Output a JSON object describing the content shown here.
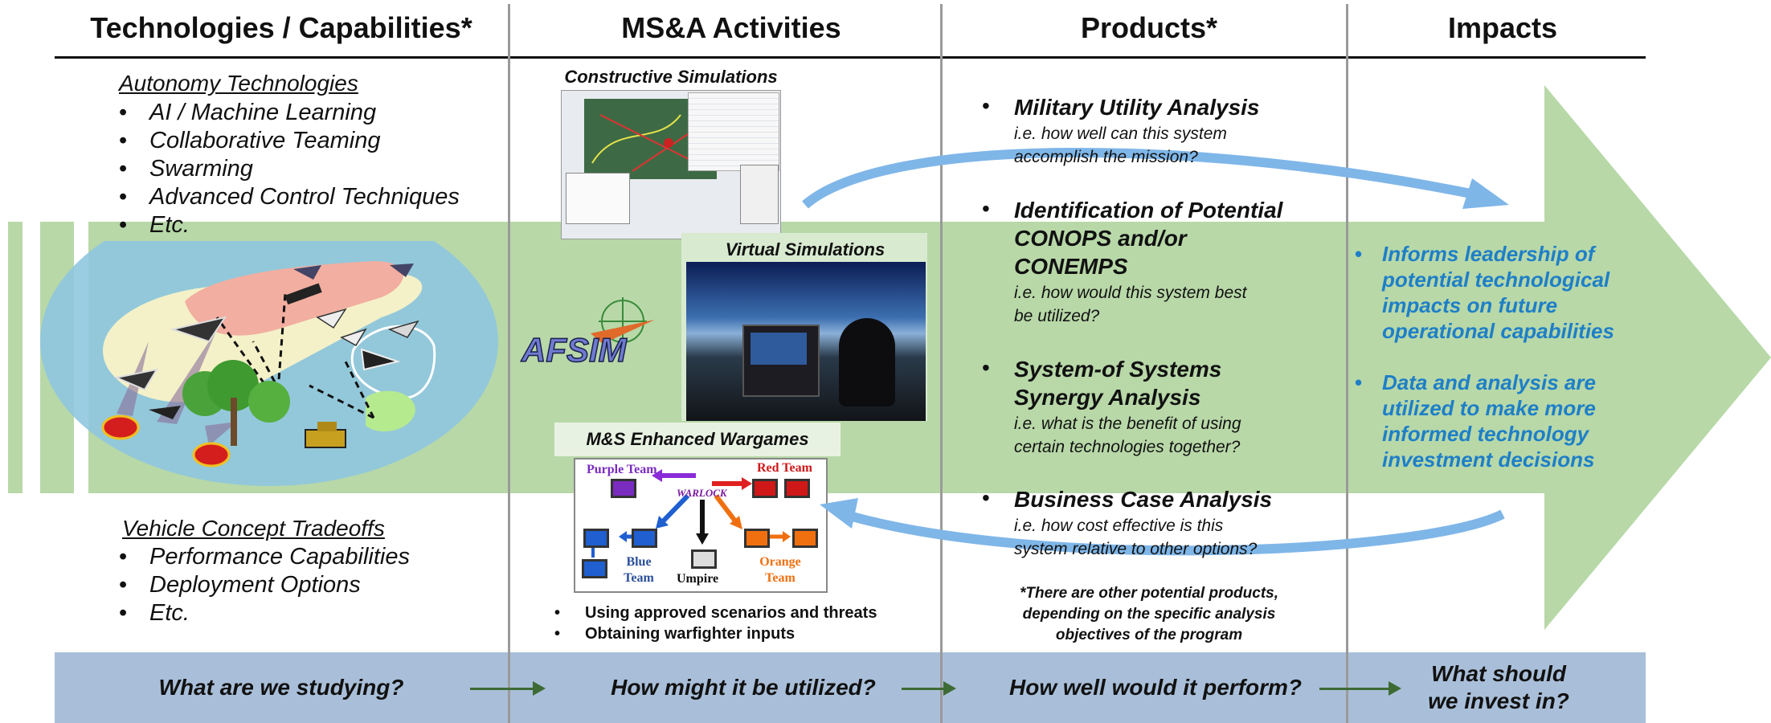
{
  "headers": {
    "col1": "Technologies / Capabilities*",
    "col2": "MS&A Activities",
    "col3": "Products*",
    "col4": "Impacts"
  },
  "technologies": {
    "autonomy_title": "Autonomy Technologies",
    "autonomy_items": [
      "AI / Machine Learning",
      "Collaborative Teaming",
      "Swarming",
      "Advanced Control Techniques",
      "Etc."
    ],
    "vehicle_title": "Vehicle Concept Tradeoffs",
    "vehicle_items": [
      "Performance Capabilities",
      "Deployment Options",
      "Etc."
    ]
  },
  "activities": {
    "constructive_title": "Constructive Simulations",
    "virtual_title": "Virtual Simulations",
    "afsim_logo": "AFSIM",
    "wargames_title": "M&S Enhanced Wargames",
    "wargame": {
      "purple": "Purple Team",
      "red": "Red Team",
      "blue_line1": "Blue",
      "blue_line2": "Team",
      "umpire": "Umpire",
      "orange_line1": "Orange",
      "orange_line2": "Team",
      "center_logo": "WARLOCK"
    },
    "bullets": [
      "Using approved scenarios and threats",
      "Obtaining warfighter inputs"
    ]
  },
  "products": [
    {
      "title_lines": [
        "Military Utility Analysis"
      ],
      "sub_lines": [
        "i.e. how well can this system",
        "accomplish the mission?"
      ]
    },
    {
      "title_lines": [
        "Identification of Potential",
        "CONOPS and/or",
        "CONEMPS"
      ],
      "sub_lines": [
        "i.e. how would this system best",
        "be utilized?"
      ]
    },
    {
      "title_lines": [
        "System-of Systems",
        "Synergy Analysis"
      ],
      "sub_lines": [
        "i.e. what is the benefit of using",
        "certain technologies together?"
      ]
    },
    {
      "title_lines": [
        "Business Case Analysis"
      ],
      "sub_lines": [
        "i.e. how cost effective is this",
        "system relative to other options?"
      ]
    }
  ],
  "products_note": [
    "*There are other potential products,",
    "depending on the specific analysis",
    "objectives of the program"
  ],
  "impacts": [
    [
      "Informs leadership of",
      "potential technological",
      "impacts on future",
      "operational capabilities"
    ],
    [
      "Data and analysis are",
      "utilized to make more",
      "informed technology",
      "investment decisions"
    ]
  ],
  "questions": {
    "q1": "What are we studying?",
    "q2": "How might it be utilized?",
    "q3": "How well would it perform?",
    "q4_line1": "What should",
    "q4_line2": "we invest in?"
  },
  "colors": {
    "green_band": "#b8d8a8",
    "bottom_bar": "#a9bfd9",
    "impact_text": "#1e7fc7",
    "curved_arrows": "#7fb6e8"
  }
}
